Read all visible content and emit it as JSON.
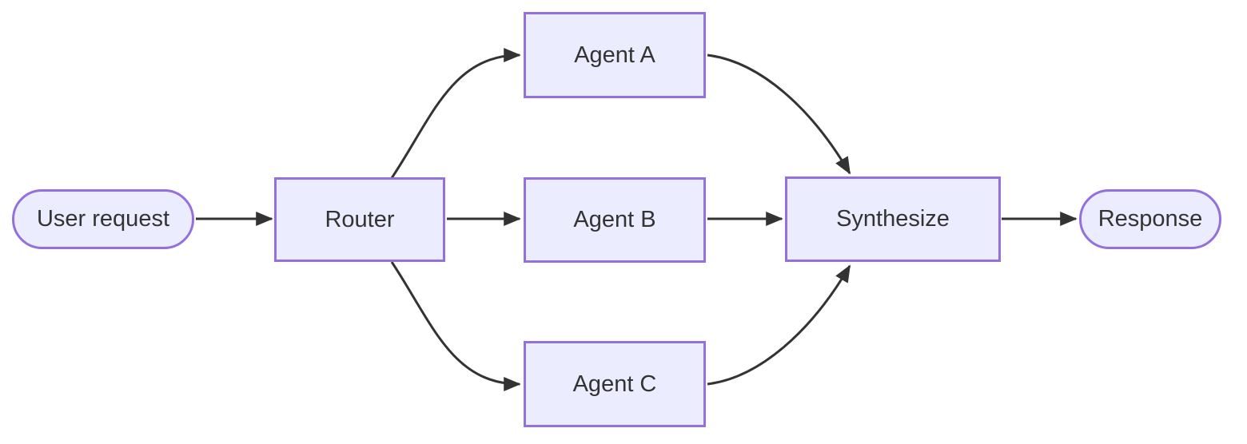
{
  "diagram": {
    "type": "flowchart",
    "direction": "left-to-right",
    "background_color": "#ffffff",
    "node_fill_color": "#ECECFF",
    "node_border_color": "#9370DB",
    "edge_color": "#333333",
    "text_color": "#333333",
    "nodes": [
      {
        "id": "user-request",
        "label": "User request",
        "shape": "stadium"
      },
      {
        "id": "router",
        "label": "Router",
        "shape": "rect"
      },
      {
        "id": "agent-a",
        "label": "Agent A",
        "shape": "rect"
      },
      {
        "id": "agent-b",
        "label": "Agent B",
        "shape": "rect"
      },
      {
        "id": "agent-c",
        "label": "Agent C",
        "shape": "rect"
      },
      {
        "id": "synthesize",
        "label": "Synthesize",
        "shape": "rect"
      },
      {
        "id": "response",
        "label": "Response",
        "shape": "stadium"
      }
    ],
    "edges": [
      {
        "from": "User request",
        "to": "Router",
        "style": "arrow"
      },
      {
        "from": "Router",
        "to": "Agent A",
        "style": "arrow"
      },
      {
        "from": "Router",
        "to": "Agent B",
        "style": "arrow"
      },
      {
        "from": "Router",
        "to": "Agent C",
        "style": "arrow"
      },
      {
        "from": "Agent A",
        "to": "Synthesize",
        "style": "arrow"
      },
      {
        "from": "Agent B",
        "to": "Synthesize",
        "style": "arrow"
      },
      {
        "from": "Agent C",
        "to": "Synthesize",
        "style": "arrow"
      },
      {
        "from": "Synthesize",
        "to": "Response",
        "style": "arrow"
      }
    ]
  }
}
